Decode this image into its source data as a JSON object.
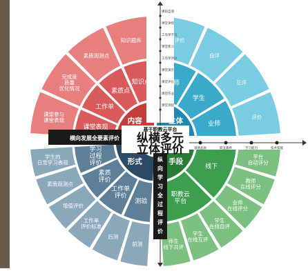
{
  "center": {
    "platform": "基于职教云平台",
    "title_line1": "纵横多元",
    "title_line2": "立体评价"
  },
  "axes": {
    "horizontal": "横向发展全要素评价",
    "vertical": "纵向学习全过程评价"
  },
  "hubs": {
    "top_left": "内容",
    "top_right": "主体",
    "bottom_left": "形式",
    "bottom_right": "手段"
  },
  "quadrants": {
    "content": {
      "inner": [
        "课堂表现",
        "工作单",
        "素质点",
        "知识点"
      ],
      "outer": [
        "课堂参与\n课堂表现",
        "完成度\n质量\n优化情况",
        "素质观测点",
        "知识题库"
      ]
    },
    "subject": {
      "inner": [
        "教师",
        "学生",
        "业师"
      ],
      "outer": [
        "评价",
        "自评",
        "互评",
        "评价"
      ]
    },
    "form": {
      "inner": [
        "测验",
        "工作单\n评价",
        "素质\n评价",
        "学习\n过程\n评价"
      ],
      "outer": [
        "前测",
        "后测",
        "工作单\n评价标准",
        "增值评价",
        "素质观测点",
        "学生的\n日常学习表现"
      ]
    },
    "means": {
      "inner": [
        "线下",
        "职教云\n平台"
      ],
      "outer": [
        "平台\n自动评分",
        "教师\n在线评分",
        "业师\n在线评分",
        "学生\n在线自评",
        "学生\n在线互评",
        "师生\n线下共评"
      ]
    }
  },
  "vertical_strip": [
    "课前自测",
    "课堂讲授",
    "工作单学习",
    "课堂练习",
    "工作单评价",
    "课堂演示",
    "课堂评价",
    "课后作业",
    "课堂测验"
  ],
  "horizontal_strip": [
    "道德品质",
    "职业素养",
    "学习能力",
    "技术技能"
  ],
  "colors": {
    "content_inner": "#d95a5a",
    "content_outer": "#e87f7f",
    "content_hub": "#c43d3d",
    "subject_inner": "#3ba9c9",
    "subject_outer": "#79cce2",
    "subject_hub": "#1f86ad",
    "form_inner": "#5d7f97",
    "form_outer": "#8ba7ba",
    "form_hub": "#2c4a63",
    "means_inner": "#3e9e4f",
    "means_outer": "#7cc081",
    "means_hub": "#2a7a38"
  }
}
